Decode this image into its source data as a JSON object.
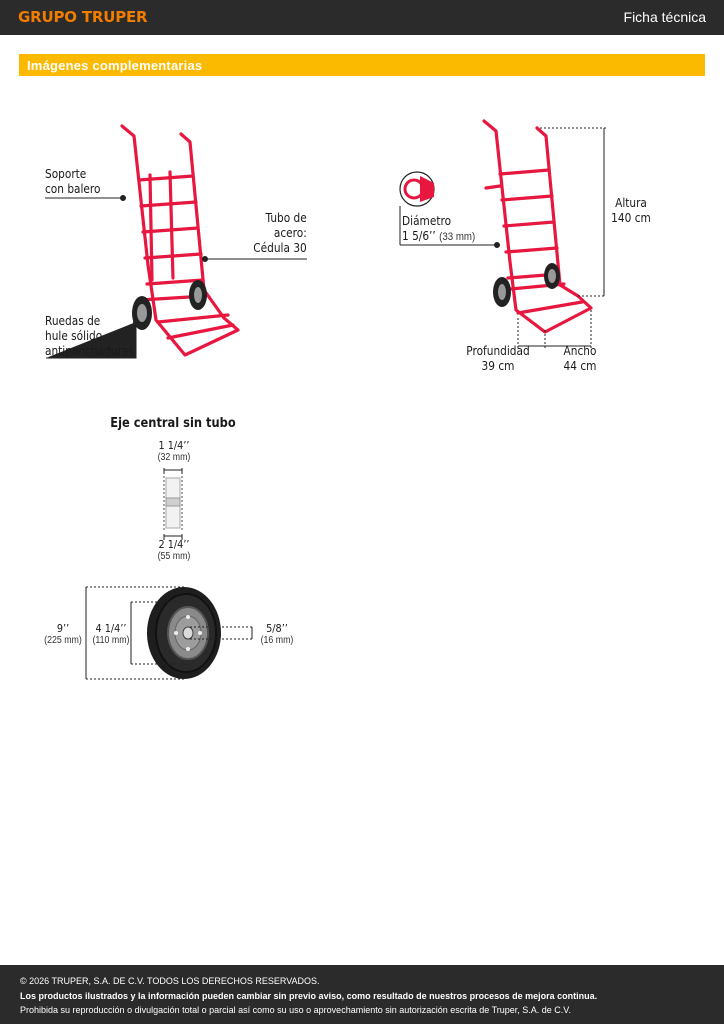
{
  "header": {
    "brand_part1": "GRUPO",
    "brand_part2": "TRUPER",
    "doc_type": "Ficha técnica"
  },
  "section": {
    "title": "Imágenes complementarias"
  },
  "figure1": {
    "soporte_line1": "Soporte",
    "soporte_line2": "con balero",
    "tubo_line1": "Tubo de",
    "tubo_line2": "acero:",
    "tubo_line3": "Cédula 30",
    "ruedas_line1": "Ruedas de",
    "ruedas_line2": "hule sólido",
    "ruedas_line3": "antiponchaduras"
  },
  "figure2": {
    "diametro_label": "Diámetro",
    "diametro_value": "1 5/6’’",
    "diametro_mm": "(33 mm)",
    "altura_label": "Altura",
    "altura_value": "140 cm",
    "profundidad_label": "Profundidad",
    "profundidad_value": "39 cm",
    "ancho_label": "Ancho",
    "ancho_value": "44 cm"
  },
  "figure3": {
    "title": "Eje central sin tubo",
    "axle_top_in": "1 1/4’’",
    "axle_top_mm": "(32 mm)",
    "axle_bottom_in": "2 1/4’’",
    "axle_bottom_mm": "(55 mm)",
    "wheel_outer_in": "9’’",
    "wheel_outer_mm": "(225 mm)",
    "wheel_inner_in": "4 1/4’’",
    "wheel_inner_mm": "(110 mm)",
    "wheel_bore_in": "5/8’’",
    "wheel_bore_mm": "(16 mm)"
  },
  "footer": {
    "line1": "© 2026 TRUPER, S.A. DE C.V. TODOS LOS DERECHOS RESERVADOS.",
    "line2": "Los productos ilustrados y la información pueden cambiar sin previo aviso, como resultado de nuestros procesos de mejora continua.",
    "line3": "Prohibida su reproducción o divulgación total o parcial así como su uso o aprovechamiento sin autorización escrita de Truper, S.A. de C.V."
  },
  "colors": {
    "header_bg": "#2b2b2b",
    "brand": "#f07d00",
    "section_bg": "#fbb900",
    "product_red": "#e8173f"
  }
}
